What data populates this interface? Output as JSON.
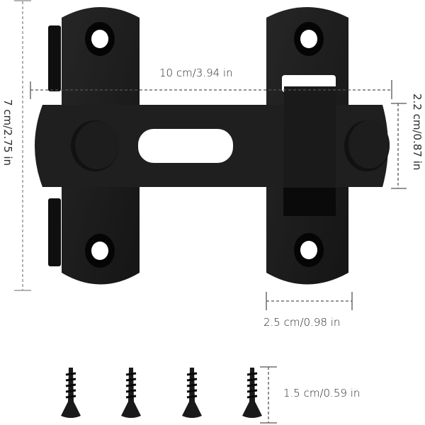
{
  "diagram": {
    "subject": "Black flip latch door lock hardware with dimensions",
    "colors": {
      "metal": "#1c1c1c",
      "metal_dark": "#0d0d0d",
      "dimension_line": "#555555",
      "background": "#ffffff",
      "text": "#2a2a2a"
    },
    "dimensions": {
      "width": "10 cm/3.94 in",
      "height": "7 cm/2.75 in",
      "bar_height": "2.2 cm/0.87 in",
      "plate_width": "2.5 cm/0.98 in",
      "screw_length": "1.5 cm/0.59 in"
    },
    "parts": {
      "plates": 2,
      "sliding_bar": 1,
      "knobs": 2,
      "screws": 4,
      "screw_holes": 4
    }
  }
}
